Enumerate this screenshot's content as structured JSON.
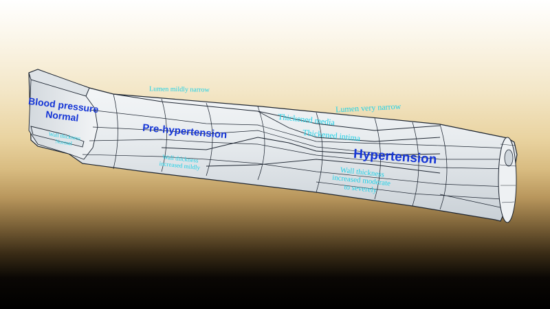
{
  "labels": {
    "bp_normal_line1": "Blood pressure",
    "bp_normal_line2": "Normal",
    "wall_normal_line1": "Wall thickness",
    "wall_normal_line2": "Normal",
    "lumen_mild": "Lumen mildly narrow",
    "prehypertension": "Pre-hypertension",
    "wall_mild_line1": "Wall thickness",
    "wall_mild_line2": "increased mildly",
    "lumen_very": "Lumen very narrow",
    "thickened_media": "Thickened media",
    "thickened_intima": "Thickened intima",
    "hypertension": "Hypertension",
    "wall_mod_line1": "Wall thickness",
    "wall_mod_line2": "increased moderate",
    "wall_mod_line3": "to severely"
  },
  "colors": {
    "vessel_fill": "#e9edf0",
    "vessel_shade": "#c7ced4",
    "mesh_line": "#1c2430",
    "label_cyan": "#1fd0e6",
    "label_blue": "#1535d6"
  }
}
